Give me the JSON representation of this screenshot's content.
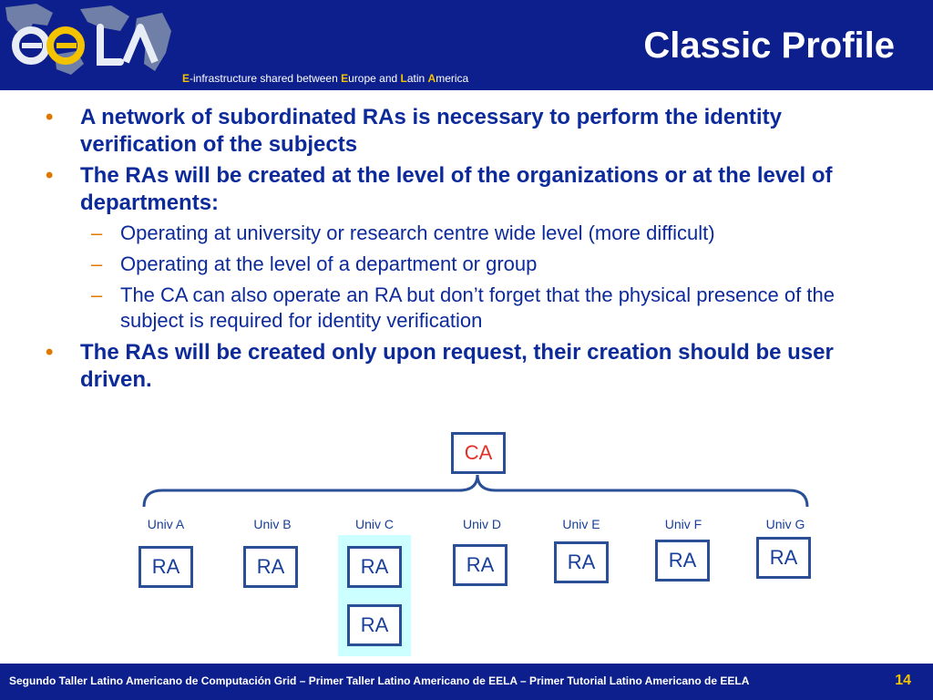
{
  "header": {
    "title": "Classic Profile",
    "tagline": [
      {
        "t": "E",
        "accent": true
      },
      {
        "t": "-infrastructure shared between ",
        "accent": false
      },
      {
        "t": "E",
        "accent": true
      },
      {
        "t": "urope and ",
        "accent": false
      },
      {
        "t": "L",
        "accent": true
      },
      {
        "t": "atin ",
        "accent": false
      },
      {
        "t": "A",
        "accent": true
      },
      {
        "t": "merica",
        "accent": false
      }
    ]
  },
  "bullets": [
    {
      "level": 1,
      "marker": "•",
      "text": "A network of subordinated RAs is necessary to perform the identity verification of the subjects"
    },
    {
      "level": 1,
      "marker": "•",
      "text": "The RAs will be created at the level of the organizations or at the level of departments:"
    },
    {
      "level": 2,
      "marker": "–",
      "text": "Operating at university or research centre wide level (more difficult)"
    },
    {
      "level": 2,
      "marker": "–",
      "text": "Operating at the level of a department or group"
    },
    {
      "level": 2,
      "marker": "–",
      "text": "The CA can also operate an RA but don’t forget that the physical presence of the subject is required for identity verification"
    },
    {
      "level": 1,
      "marker": "•",
      "text": "The RAs will be created only upon request, their creation should be user driven."
    }
  ],
  "diagram": {
    "root": "CA",
    "nodes": [
      {
        "univ": "Univ A",
        "ra": "RA"
      },
      {
        "univ": "Univ B",
        "ra": "RA"
      },
      {
        "univ": "Univ C",
        "ra": "RA",
        "extra_ra": "RA",
        "highlighted": true
      },
      {
        "univ": "Univ D",
        "ra": "RA"
      },
      {
        "univ": "Univ E",
        "ra": "RA"
      },
      {
        "univ": "Univ F",
        "ra": "RA"
      },
      {
        "univ": "Univ G",
        "ra": "RA"
      }
    ]
  },
  "footer": {
    "text": "Segundo Taller Latino Americano de Computación Grid – Primer Taller Latino Americano de EELA – Primer Tutorial Latino Americano de EELA",
    "page": "14"
  },
  "colors": {
    "header_bg": "#0c1f8c",
    "title_text": "#ffffff",
    "bullet_text": "#0c2a9a",
    "bullet_marker": "#e07800",
    "ca_text": "#e0302a",
    "highlight": "#ccffff",
    "page_number": "#f3c300"
  }
}
